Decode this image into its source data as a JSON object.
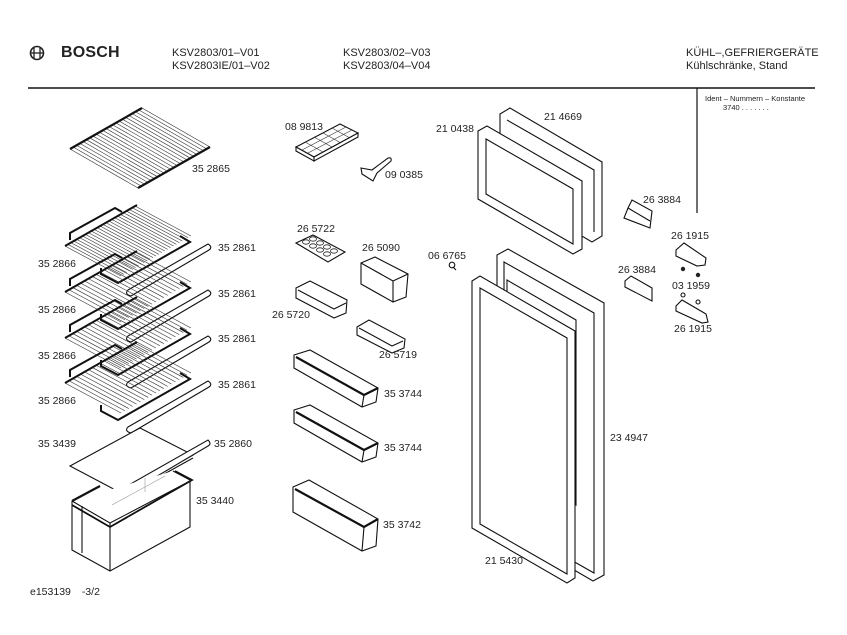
{
  "header": {
    "brand": "BOSCH",
    "logo_icon": "bosch-armature-icon",
    "models_col1": [
      "KSV2803/01–V01",
      "KSV2803IE/01–V02"
    ],
    "models_col2": [
      "KSV2803/02–V03",
      "KSV2803/04–V04"
    ],
    "category": "KÜHL–,GEFRIERGERÄTE",
    "subcategory": "Kühlschränke, Stand"
  },
  "ident_box": {
    "title": "Ident – Nummern – Konstante",
    "value": "3740 . . . . . . ."
  },
  "parts": [
    {
      "id": "p-352865",
      "number": "35 2865",
      "name": "glass-shelf-grid"
    },
    {
      "id": "p-352866-a",
      "number": "35 2866",
      "name": "wire-shelf"
    },
    {
      "id": "p-352861-a",
      "number": "35 2861",
      "name": "shelf-trim"
    },
    {
      "id": "p-352866-b",
      "number": "35 2866",
      "name": "wire-shelf"
    },
    {
      "id": "p-352861-b",
      "number": "35 2861",
      "name": "shelf-trim"
    },
    {
      "id": "p-352866-c",
      "number": "35 2866",
      "name": "wire-shelf"
    },
    {
      "id": "p-352861-c",
      "number": "35 2861",
      "name": "shelf-trim"
    },
    {
      "id": "p-352866-d",
      "number": "35 2866",
      "name": "wire-shelf"
    },
    {
      "id": "p-352861-d",
      "number": "35 2861",
      "name": "shelf-trim"
    },
    {
      "id": "p-353439",
      "number": "35 3439",
      "name": "glass-plate"
    },
    {
      "id": "p-352860",
      "number": "35 2860",
      "name": "plate-trim"
    },
    {
      "id": "p-353440",
      "number": "35 3440",
      "name": "vegetable-crisper"
    },
    {
      "id": "p-089813",
      "number": "08 9813",
      "name": "ice-cube-tray"
    },
    {
      "id": "p-090385",
      "number": "09 0385",
      "name": "ice-scraper"
    },
    {
      "id": "p-265722",
      "number": "26 5722",
      "name": "egg-tray"
    },
    {
      "id": "p-265090",
      "number": "26 5090",
      "name": "butter-box"
    },
    {
      "id": "p-265720",
      "number": "26 5720",
      "name": "door-tray-small"
    },
    {
      "id": "p-265719",
      "number": "26 5719",
      "name": "door-tray-shallow"
    },
    {
      "id": "p-353744-a",
      "number": "35 3744",
      "name": "door-shelf"
    },
    {
      "id": "p-353744-b",
      "number": "35 3744",
      "name": "door-shelf"
    },
    {
      "id": "p-353742",
      "number": "35 3742",
      "name": "bottle-shelf"
    },
    {
      "id": "p-210438",
      "number": "21 0438",
      "name": "freezer-door-gasket"
    },
    {
      "id": "p-214669",
      "number": "21 4669",
      "name": "freezer-door"
    },
    {
      "id": "p-066765",
      "number": "06 6765",
      "name": "screw"
    },
    {
      "id": "p-263884-a",
      "number": "26 3884",
      "name": "handle"
    },
    {
      "id": "p-263884-b",
      "number": "26 3884",
      "name": "handle"
    },
    {
      "id": "p-261915-a",
      "number": "26 1915",
      "name": "hinge"
    },
    {
      "id": "p-031959",
      "number": "03 1959",
      "name": "hinge-bushing"
    },
    {
      "id": "p-261915-b",
      "number": "26 1915",
      "name": "hinge"
    },
    {
      "id": "p-234947",
      "number": "23 4947",
      "name": "fridge-door"
    },
    {
      "id": "p-215430",
      "number": "21 5430",
      "name": "fridge-door-gasket"
    }
  ],
  "footer": {
    "drawing_id": "e153139",
    "sheet": "-3/2"
  }
}
